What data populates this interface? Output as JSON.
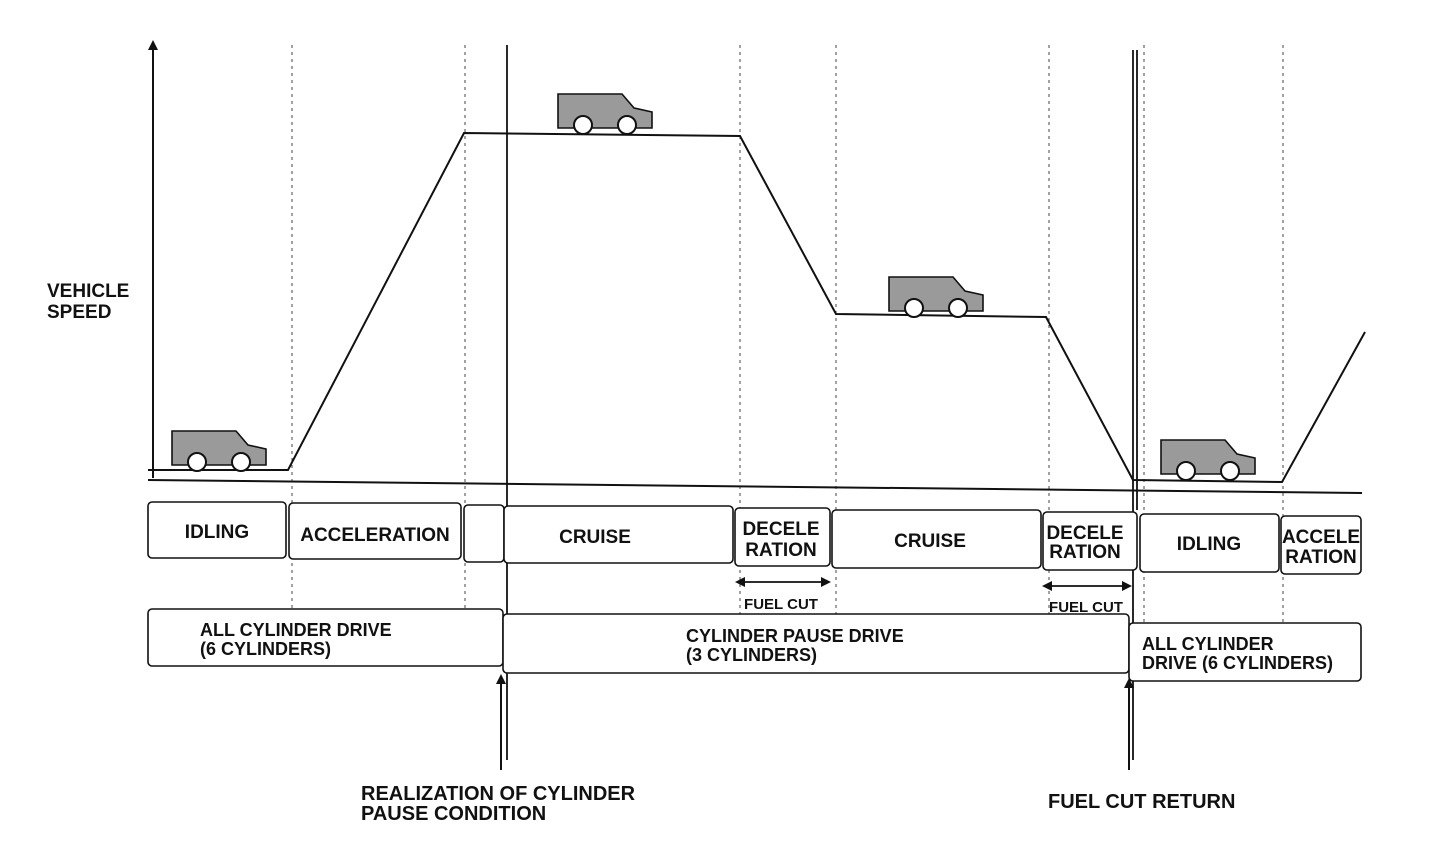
{
  "axis": {
    "y_label_line1": "VEHICLE",
    "y_label_line2": "SPEED"
  },
  "segments": [
    {
      "label_line1": "IDLING",
      "label_line2": ""
    },
    {
      "label_line1": "ACCELERATION",
      "label_line2": ""
    },
    {
      "label_line1": "",
      "label_line2": ""
    },
    {
      "label_line1": "CRUISE",
      "label_line2": ""
    },
    {
      "label_line1": "DECELE",
      "label_line2": "RATION"
    },
    {
      "label_line1": "CRUISE",
      "label_line2": ""
    },
    {
      "label_line1": "DECELE",
      "label_line2": "RATION"
    },
    {
      "label_line1": "IDLING",
      "label_line2": ""
    },
    {
      "label_line1": "ACCELE",
      "label_line2": "RATION"
    }
  ],
  "fuel_cut": [
    "FUEL CUT",
    "FUEL CUT"
  ],
  "modes": [
    {
      "line1": "ALL CYLINDER DRIVE",
      "line2": "(6 CYLINDERS)"
    },
    {
      "line1": "CYLINDER PAUSE DRIVE",
      "line2": "(3 CYLINDERS)"
    },
    {
      "line1": "ALL CYLINDER",
      "line2": "DRIVE (6 CYLINDERS)"
    }
  ],
  "annotations": {
    "left_line1": "REALIZATION OF CYLINDER",
    "left_line2": "PAUSE CONDITION",
    "right": "FUEL CUT RETURN"
  },
  "speed_profile": {
    "phases": [
      "idling",
      "acceleration",
      "cruise",
      "deceleration",
      "cruise",
      "deceleration",
      "idling",
      "acceleration"
    ],
    "relative_speed_levels": [
      "low",
      "rising",
      "high",
      "falling",
      "medium",
      "falling",
      "low",
      "rising"
    ]
  },
  "colors": {
    "line": "#111111",
    "car_fill": "#9a9a9a",
    "background": "#ffffff"
  },
  "icons": [
    "car-icon",
    "car-icon",
    "car-icon",
    "car-icon"
  ]
}
